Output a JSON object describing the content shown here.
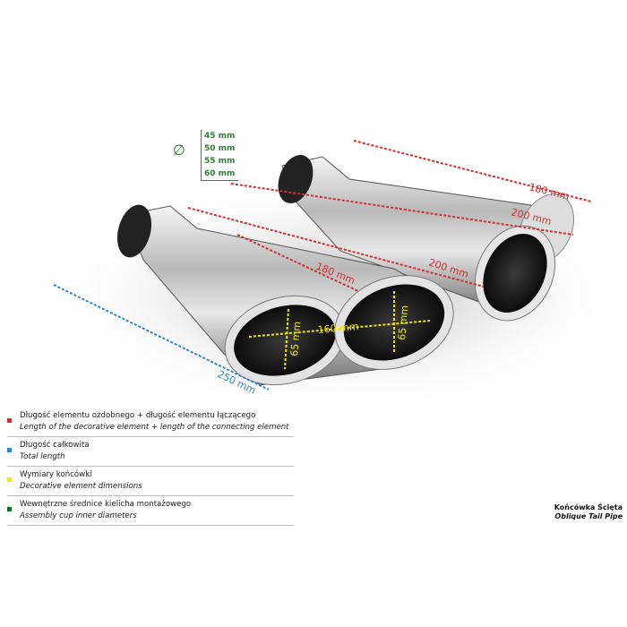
{
  "product": {
    "title_pl": "Końcówka Ścięta",
    "title_en": "Oblique Tail Pipe"
  },
  "diameters": {
    "symbol": "∅",
    "values": [
      "45 mm",
      "50 mm",
      "55 mm",
      "60 mm"
    ]
  },
  "dimensions": {
    "back_decorative": "180 mm",
    "back_total": "200 mm",
    "front_decorative": "180 mm",
    "front_total": "200 mm",
    "total_length": "250 mm",
    "outlet_width": "160 mm",
    "outlet_height_left": "65 mm",
    "outlet_height_right": "65 mm"
  },
  "legend": [
    {
      "pl": "Długość elementu ozdobnego  + długość elementu łączącego",
      "en": "Length of the decorative element + length of the connecting element",
      "color": "#d32f2f"
    },
    {
      "pl": "Długość całkowita",
      "en": "Total length",
      "color": "#2f8ac4"
    },
    {
      "pl": "Wymiary końcówki",
      "en": "Decorative element dimensions",
      "color": "#f2e600"
    },
    {
      "pl": "Wewnętrzne średnice kielicha montażowego",
      "en": "Assembly cup inner diameters",
      "color": "#1b6e2a"
    }
  ]
}
